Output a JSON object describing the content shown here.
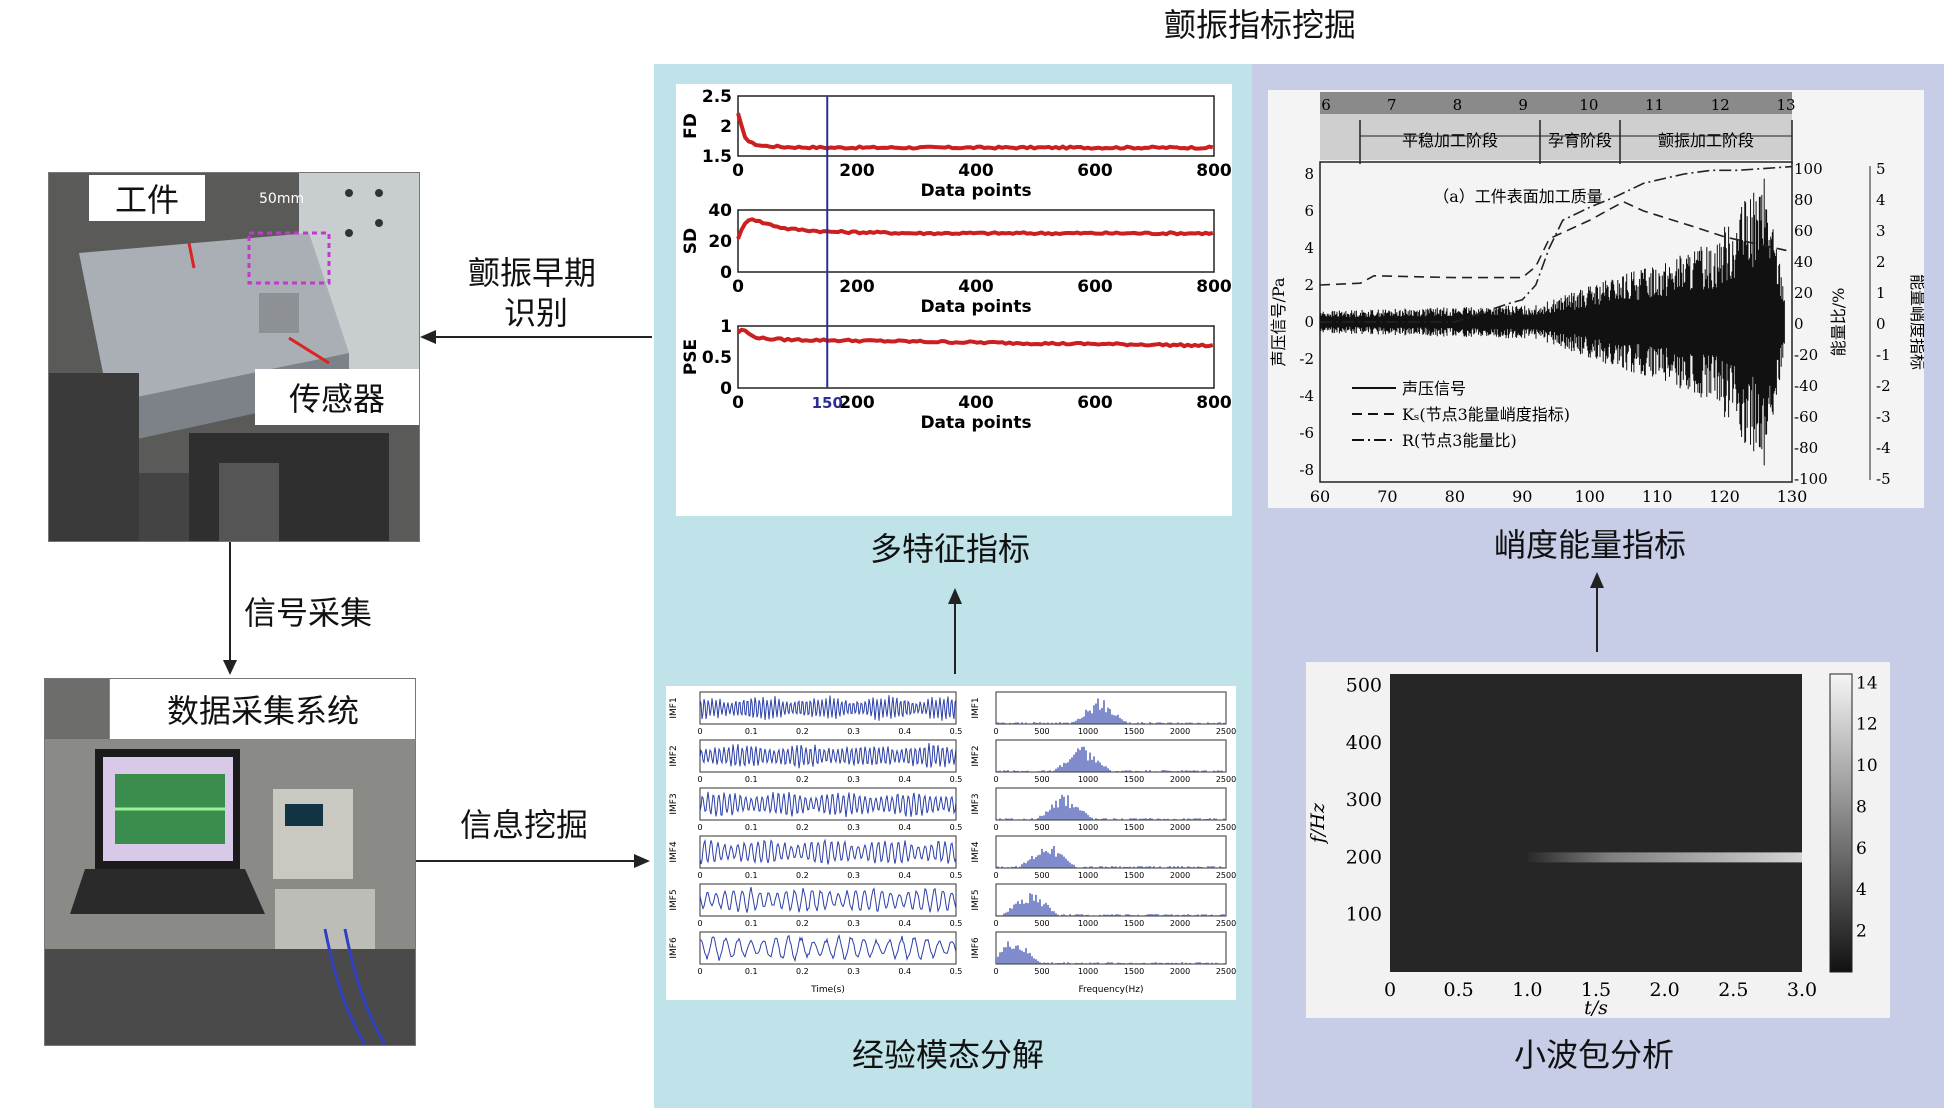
{
  "main_title": "颤振指标挖掘",
  "photo_workpiece": {
    "label_workpiece": "工件",
    "label_sensor": "传感器",
    "scale": "50mm"
  },
  "photo_daq": {
    "label": "数据采集系统"
  },
  "arrows": {
    "early_identify_line1": "颤振早期",
    "early_identify_line2": "识别",
    "signal_acq": "信号采集",
    "info_mining": "信息挖掘"
  },
  "panels": {
    "multi_feature": "多特征指标",
    "emd": "经验模态分解",
    "kurtosis_energy": "峭度能量指标",
    "wavelet": "小波包分析"
  },
  "chart_data": [
    {
      "type": "line",
      "id": "multi-feature",
      "panels": [
        {
          "ylabel": "FD",
          "yticks": [
            "1.5",
            "2",
            "2.5"
          ],
          "ylim": [
            1.5,
            2.5
          ],
          "x": [
            0,
            10,
            20,
            40,
            80,
            150,
            300,
            500,
            700,
            800
          ],
          "y": [
            2.2,
            1.85,
            1.72,
            1.67,
            1.65,
            1.64,
            1.64,
            1.64,
            1.64,
            1.64
          ]
        },
        {
          "ylabel": "SD",
          "yticks": [
            "0",
            "20",
            "40"
          ],
          "ylim": [
            0,
            40
          ],
          "x": [
            0,
            10,
            20,
            40,
            80,
            150,
            300,
            500,
            700,
            800
          ],
          "y": [
            22,
            30,
            35,
            32,
            28,
            26,
            25,
            25,
            25,
            25
          ]
        },
        {
          "ylabel": "PSE",
          "yticks": [
            "0",
            "0.5",
            "1"
          ],
          "ylim": [
            0,
            1
          ],
          "x": [
            0,
            10,
            20,
            40,
            80,
            150,
            300,
            500,
            700,
            800
          ],
          "y": [
            0.9,
            0.95,
            0.85,
            0.8,
            0.78,
            0.77,
            0.75,
            0.72,
            0.7,
            0.68
          ]
        }
      ],
      "xlabel": "Data points",
      "xticks": [
        "0",
        "200",
        "400",
        "600",
        "800"
      ],
      "xlim": [
        0,
        800
      ],
      "marker_line_x": 150,
      "marker_label": "150",
      "colors": {
        "series": "#cc1f1f",
        "marker": "#2c2f8f"
      }
    },
    {
      "type": "line",
      "id": "emd",
      "left_ylabels": [
        "IMF1",
        "IMF2",
        "IMF3",
        "IMF4",
        "IMF5",
        "IMF6"
      ],
      "time_ticks": [
        "0",
        "0.1",
        "0.2",
        "0.3",
        "0.4",
        "0.5"
      ],
      "time_xlabel": "Time(s)",
      "freq_ticks": [
        "0",
        "500",
        "1000",
        "1500",
        "2000",
        "2500"
      ],
      "freq_xlabel": "Frequency(Hz)",
      "colors": {
        "series": "#2b3fa8"
      }
    },
    {
      "type": "line",
      "id": "kurtosis-energy",
      "top_ticks": [
        "6",
        "7",
        "8",
        "9",
        "10",
        "11",
        "12",
        "13"
      ],
      "stages": [
        "平稳加工阶段",
        "孕育阶段",
        "颤振加工阶段"
      ],
      "caption": "（a）工件表面加工质量",
      "xticks": [
        "60",
        "70",
        "80",
        "90",
        "100",
        "110",
        "120",
        "130"
      ],
      "xlim": [
        60,
        130
      ],
      "left_yticks": [
        "8",
        "6",
        "4",
        "2",
        "0",
        "-2",
        "-4",
        "-6",
        "-8"
      ],
      "left_ylabel": "声压信号/Pa",
      "mid_yticks": [
        "100",
        "80",
        "60",
        "40",
        "20",
        "0",
        "-20",
        "-40",
        "-60",
        "-80",
        "-100"
      ],
      "mid_ylabel": "能量比/%",
      "right_yticks": [
        "5",
        "4",
        "3",
        "2",
        "1",
        "0",
        "-1",
        "-2",
        "-3",
        "-4",
        "-5"
      ],
      "right_ylabel": "能量峭度指标",
      "legend": [
        "声压信号",
        "Kₛ(节点3能量峭度指标)",
        "R(节点3能量比)"
      ],
      "series": [
        {
          "name": "Kₛ(节点3能量峭度指标)",
          "x": [
            60,
            66,
            68,
            80,
            90,
            92,
            94,
            100,
            105,
            108,
            115,
            120,
            125,
            130
          ],
          "y": [
            2,
            2.1,
            2.5,
            2.4,
            2.4,
            3,
            4.5,
            5.5,
            6.5,
            6,
            5.2,
            4.6,
            4.2,
            3.8
          ]
        },
        {
          "name": "R(节点3能量比)",
          "x": [
            60,
            65,
            70,
            80,
            88,
            90,
            92,
            94,
            96,
            100,
            104,
            108,
            114,
            118,
            122,
            126,
            130
          ],
          "y": [
            0,
            0,
            0,
            0,
            1,
            1.2,
            2,
            4,
            5.5,
            6.2,
            6.8,
            7.5,
            8,
            8.2,
            8.2,
            8.3,
            8.4
          ]
        }
      ]
    },
    {
      "type": "heatmap",
      "id": "wavelet",
      "xticks": [
        "0",
        "0.5",
        "1.0",
        "1.5",
        "2.0",
        "2.5",
        "3.0"
      ],
      "xlabel": "t/s",
      "yticks": [
        "100",
        "200",
        "300",
        "400",
        "500"
      ],
      "ylabel": "f/Hz",
      "colorbar_ticks": [
        "2",
        "4",
        "6",
        "8",
        "10",
        "12",
        "14"
      ],
      "band": {
        "freq_hz": 200,
        "t_start_s": 1.0,
        "t_end_s": 3.0
      }
    }
  ]
}
